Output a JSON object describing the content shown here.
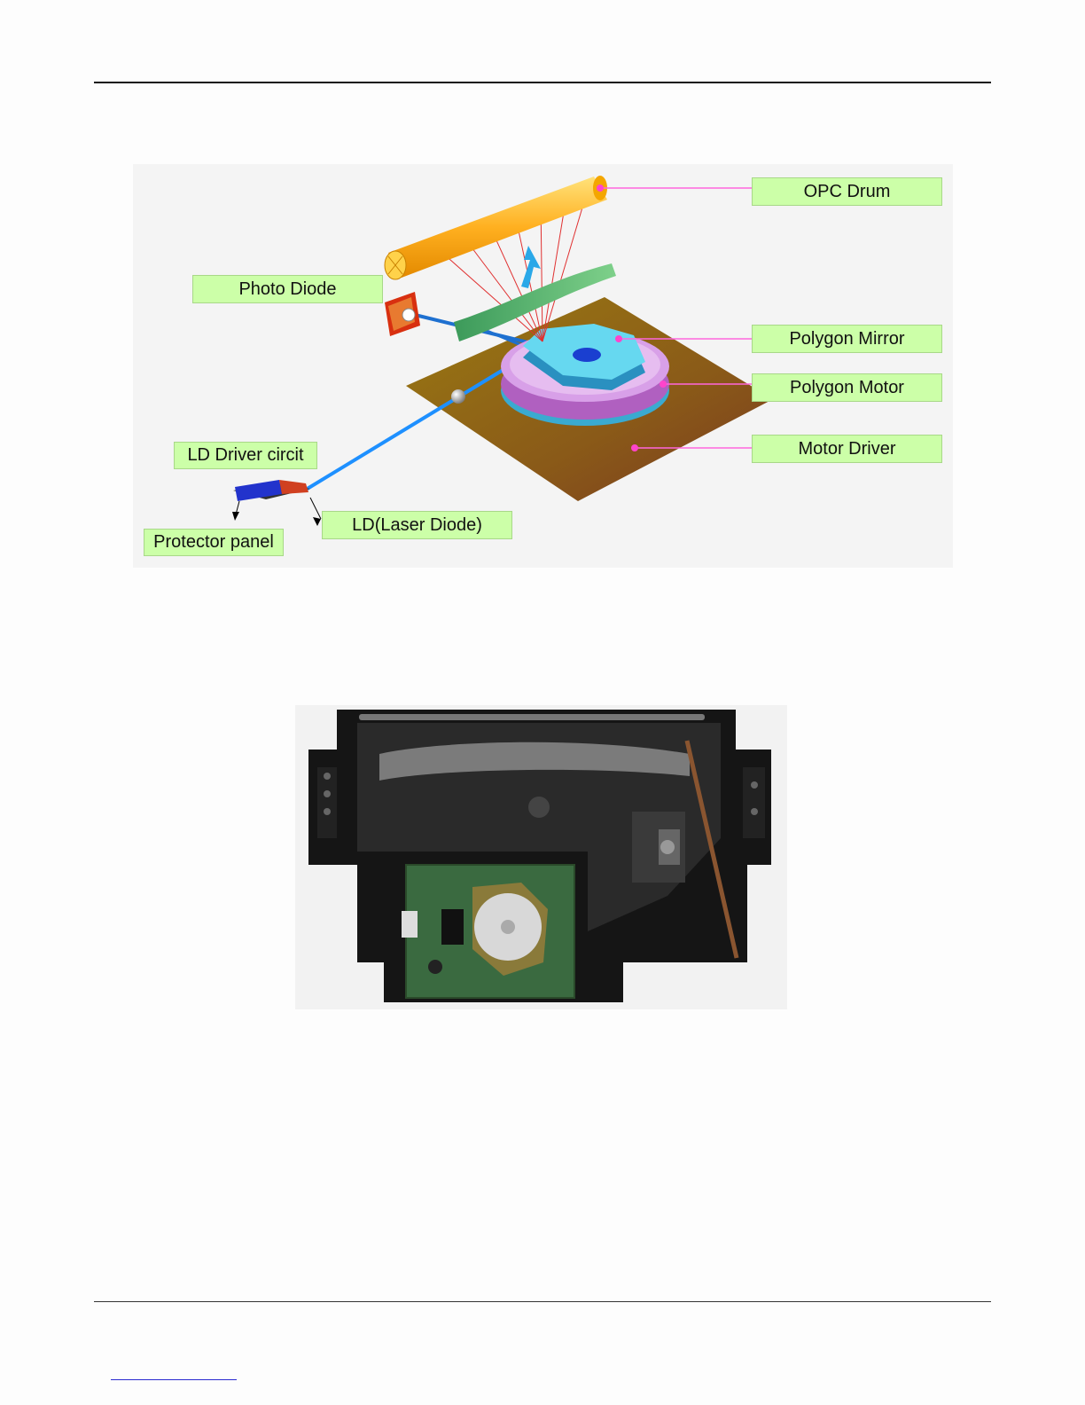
{
  "diagram": {
    "labels": {
      "opc_drum": "OPC Drum",
      "photo_diode": "Photo Diode",
      "polygon_mirror": "Polygon Mirror",
      "polygon_motor": "Polygon Motor",
      "motor_driver": "Motor Driver",
      "ld_driver": "LD Driver circit",
      "laser_diode": "LD(Laser Diode)",
      "protector_panel": "Protector panel"
    },
    "colors": {
      "label_fill": "#ccffa8",
      "leader_line": "#ff66dd",
      "laser_beam": "#1e90ff",
      "scan_lines": "#e03030",
      "drum": "#ffb020",
      "board": "#8a6a10",
      "mirror": "#66d8f0",
      "motor_disc": "#d8a0e8"
    }
  }
}
